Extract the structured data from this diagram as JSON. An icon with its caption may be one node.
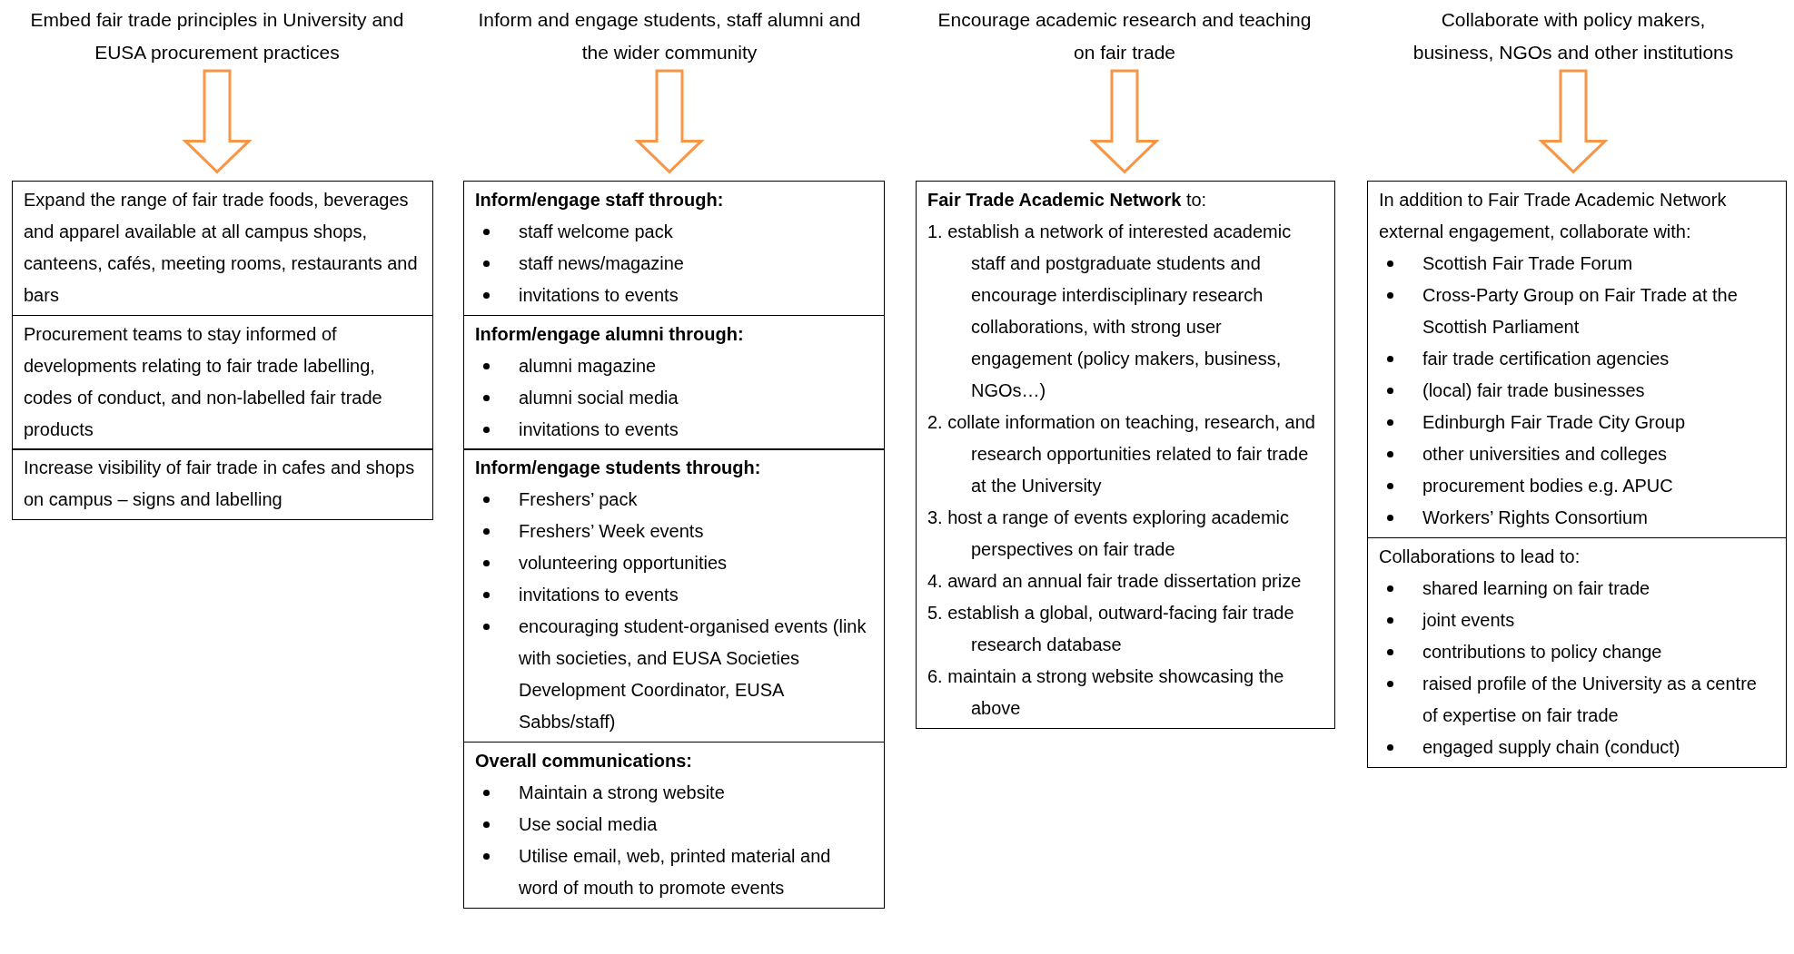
{
  "diagram": {
    "nodes": [
      {
        "text": [
          "Embed fair trade principles in University and EUSA procurement practices"
        ]
      },
      {
        "text": [
          "Expand the range of fair trade foods, beverages and apparel available at all campus shops, canteens, cafés, meeting rooms, restaurants and bars"
        ]
      },
      {
        "text": [
          "Procurement teams to stay informed of developments relating to fair trade labelling, codes of conduct, and non-labelled fair trade products"
        ]
      },
      {
        "text": [
          "Increase visibility of fair trade in cafes and shops on campus – signs and labelling"
        ]
      },
      {
        "text": [
          "Inform and engage students, staff alumni and the wider community"
        ]
      },
      {
        "text": [
          "Inform/engage staff through:",
          "staff welcome pack",
          "staff news/magazine",
          "invitations to events"
        ]
      },
      {
        "text": [
          "Inform/engage alumni through:",
          "alumni magazine",
          "alumni social media",
          "invitations to events"
        ]
      },
      {
        "text": [
          "Inform/engage students through:",
          "Freshers’ pack",
          "Freshers’ Week events",
          "volunteering opportunities",
          "invitations to events",
          "encouraging student-organised events (link with societies, and EUSA Societies Development Coordinator, EUSA Sabbs/staff)"
        ]
      },
      {
        "text": [
          "Overall communications:",
          "Maintain a strong website",
          "Use social media",
          "Utilise email, web, printed material and word of mouth to promote events"
        ]
      },
      {
        "text": [
          "Encourage academic research and teaching on fair trade"
        ]
      },
      {
        "text": [
          "**Fair Trade Academic Network** to:",
          "1. establish a network of interested academic staff and postgraduate students and encourage interdisciplinary research collaborations, with strong user engagement (policy makers, business, NGOs…)",
          "2. collate information on teaching, research, and research opportunities related to fair trade at the University",
          "3. host a range of events exploring academic perspectives on fair trade",
          "4. award an annual fair trade dissertation prize",
          "5. establish a global, outward-facing fair trade research database",
          "6. maintain a strong website showcasing the above"
        ]
      },
      {
        "text": [
          "Collaborate with policy makers, business, NGOs and other institutions"
        ]
      },
      {
        "text": [
          "In addition to Fair Trade Academic Network external engagement, collaborate with:",
          "Scottish Fair Trade Forum",
          "Cross-Party Group on Fair Trade at the Scottish Parliament",
          "fair trade certification agencies",
          "(local) fair trade businesses",
          "Edinburgh Fair Trade City Group",
          "other universities and colleges",
          "procurement bodies e.g. APUC",
          "Workers’ Rights Consortium"
        ]
      },
      {
        "text": [
          "Collaborations to lead to:",
          "shared learning on fair trade",
          "joint events",
          "contributions to policy change",
          "raised profile of the University as a centre of expertise on fair trade",
          "engaged supply chain (conduct)"
        ]
      }
    ],
    "edges": [
      {
        "from": 0,
        "to": 1,
        "arrow": "to"
      },
      {
        "from": 4,
        "to": 5,
        "arrow": "to"
      },
      {
        "from": 9,
        "to": 10,
        "arrow": "to"
      },
      {
        "from": 11,
        "to": 12,
        "arrow": "to"
      }
    ]
  }
}
